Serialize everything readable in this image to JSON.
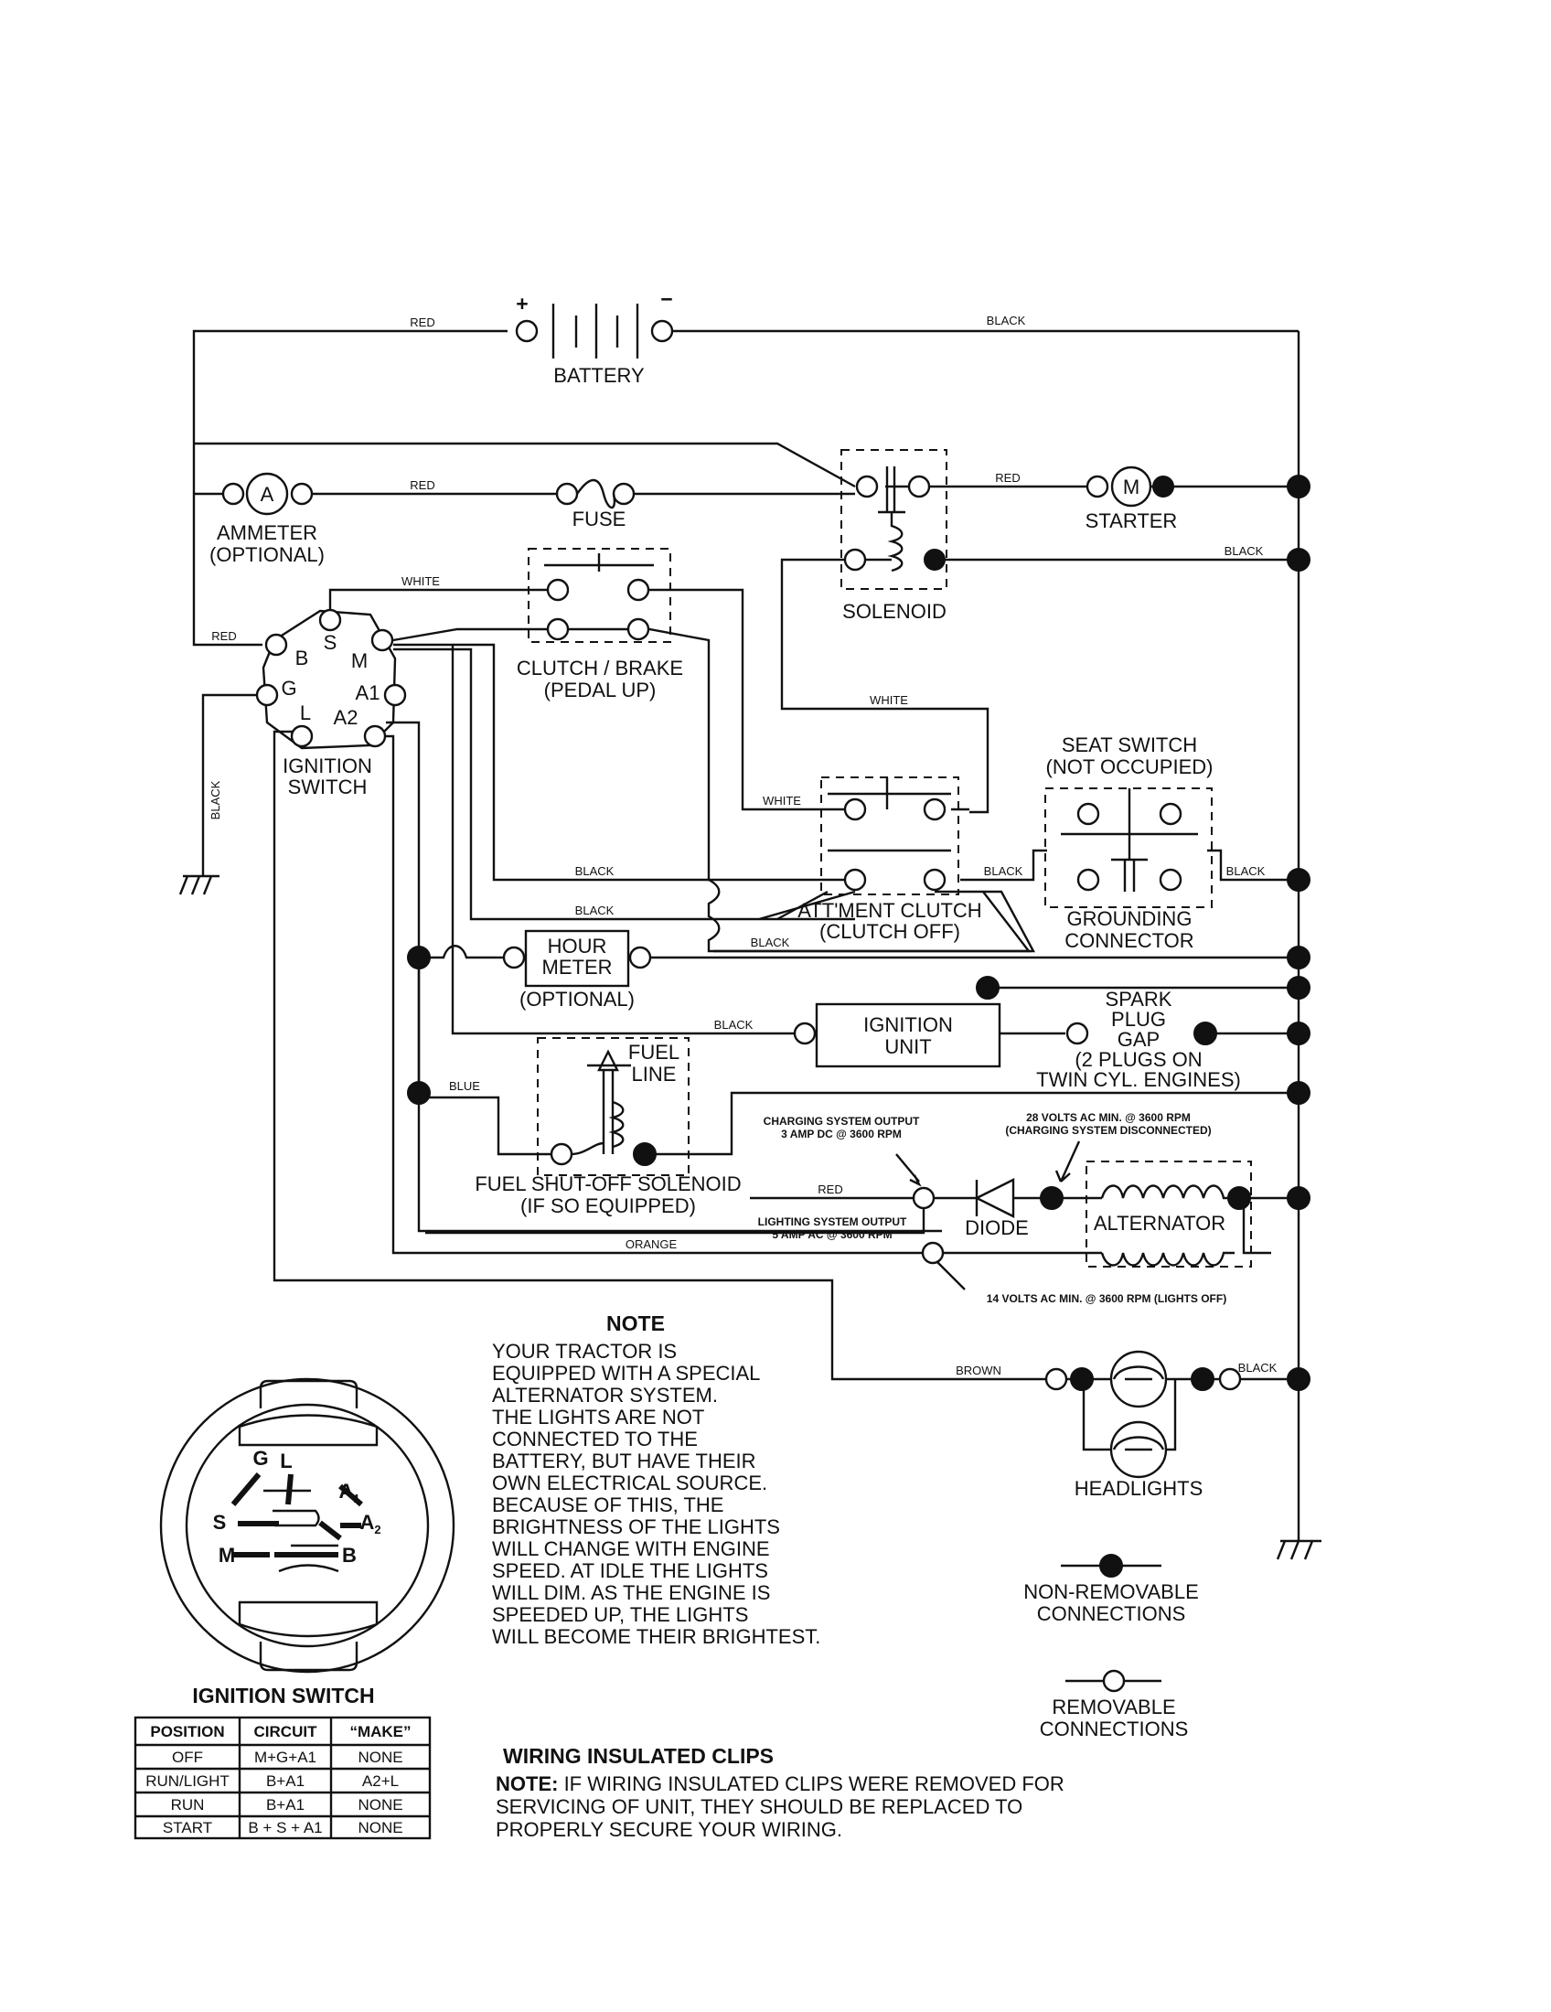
{
  "labels": {
    "battery": "BATTERY",
    "battery_plus": "+",
    "battery_minus": "−",
    "ammeter": "AMMETER",
    "ammeter_optional": "(OPTIONAL)",
    "ammeter_symbol": "A",
    "fuse": "FUSE",
    "starter": "STARTER",
    "starter_symbol": "M",
    "solenoid": "SOLENOID",
    "clutch_brake": "CLUTCH / BRAKE",
    "pedal_up": "(PEDAL UP)",
    "ignition_switch": "IGNITION",
    "ignition_switch_2": "SWITCH",
    "seat_switch": "SEAT SWITCH",
    "not_occupied": "(NOT OCCUPIED)",
    "grounding": "GROUNDING",
    "connector": "CONNECTOR",
    "attment_clutch": "ATT'MENT CLUTCH",
    "clutch_off": "(CLUTCH OFF)",
    "hour": "HOUR",
    "meter": "METER",
    "hour_optional": "(OPTIONAL)",
    "ignition_unit_1": "IGNITION",
    "ignition_unit_2": "UNIT",
    "spark": "SPARK",
    "plug": "PLUG",
    "gap": "GAP",
    "two_plugs": "(2 PLUGS ON",
    "twin_cyl": "TWIN CYL. ENGINES)",
    "fuel": "FUEL",
    "line": "LINE",
    "fuel_solenoid": "FUEL SHUT-OFF SOLENOID",
    "if_so_equipped": "(IF SO EQUIPPED)",
    "charging_output_1": "CHARGING SYSTEM OUTPUT",
    "charging_output_2": "3 AMP DC @ 3600 RPM",
    "volts28_1": "28 VOLTS AC MIN. @ 3600 RPM",
    "volts28_2": "(CHARGING SYSTEM DISCONNECTED)",
    "diode": "DIODE",
    "alternator": "ALTERNATOR",
    "lighting_output_1": "LIGHTING SYSTEM OUTPUT",
    "lighting_output_2": "5 AMP AC @ 3600 RPM",
    "volts14": "14 VOLTS AC MIN. @ 3600 RPM (LIGHTS OFF)",
    "headlights": "HEADLIGHTS",
    "terminals": {
      "s": "S",
      "b": "B",
      "m": "M",
      "g": "G",
      "a1": "A1",
      "l": "L",
      "a2": "A2"
    }
  },
  "wire_colors": {
    "red": "RED",
    "black": "BLACK",
    "white": "WHITE",
    "blue": "BLUE",
    "orange": "ORANGE",
    "brown": "BROWN"
  },
  "legend": {
    "non_removable_1": "NON-REMOVABLE",
    "non_removable_2": "CONNECTIONS",
    "removable_1": "REMOVABLE",
    "removable_2": "CONNECTIONS"
  },
  "note": {
    "title": "NOTE",
    "lines": [
      "YOUR TRACTOR IS",
      "EQUIPPED WITH A SPECIAL",
      "ALTERNATOR SYSTEM.",
      "THE LIGHTS ARE NOT",
      "CONNECTED TO THE",
      "BATTERY, BUT HAVE THEIR",
      "OWN ELECTRICAL SOURCE.",
      "BECAUSE OF THIS, THE",
      "BRIGHTNESS OF THE LIGHTS",
      "WILL CHANGE WITH ENGINE",
      "SPEED.  AT IDLE THE LIGHTS",
      "WILL DIM.  AS THE ENGINE IS",
      "SPEEDED UP, THE LIGHTS",
      "WILL BECOME THEIR BRIGHTEST."
    ]
  },
  "clips": {
    "title": "WIRING INSULATED CLIPS",
    "note_label": "NOTE:",
    "line1": " IF WIRING INSULATED CLIPS WERE REMOVED FOR",
    "line2": "SERVICING OF UNIT, THEY SHOULD BE REPLACED TO",
    "line3": "PROPERLY SECURE YOUR WIRING."
  },
  "switch_face": {
    "g": "G",
    "l": "L",
    "a1": "A",
    "a1_sub": "1",
    "s": "S",
    "a2": "A",
    "a2_sub": "2",
    "m": "M",
    "b": "B"
  },
  "switch_table": {
    "title": "IGNITION SWITCH",
    "headers": [
      "POSITION",
      "CIRCUIT",
      "“MAKE”"
    ],
    "rows": [
      [
        "OFF",
        "M+G+A1",
        "NONE"
      ],
      [
        "RUN/LIGHT",
        "B+A1",
        "A2+L"
      ],
      [
        "RUN",
        "B+A1",
        "NONE"
      ],
      [
        "START",
        "B + S + A1",
        "NONE"
      ]
    ]
  }
}
